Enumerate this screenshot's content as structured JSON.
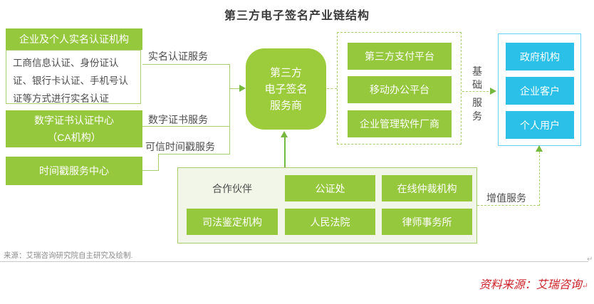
{
  "title": "第三方电子签名产业链结构",
  "colors": {
    "green_fill": "#96c83e",
    "green_line": "#a9ce6c",
    "arrow_green": "#76b93e",
    "panel_bg": "#f1f6e8",
    "blue_fill": "#2ac0e8",
    "blue_border": "#69cdf1",
    "red_text": "#cc2229"
  },
  "upstream": {
    "auth_org_title": "企业及个人实名认证机构",
    "auth_methods": "工商信息认证、身份证认证、银行卡认证、手机号认证等方式进行实名认证",
    "ca_center": {
      "line1": "数字证书认证中心",
      "line2": "（CA机构）"
    },
    "timestamp_center": "时间戳服务中心"
  },
  "services": {
    "real_name": "实名认证服务",
    "digital_cert": "数字证书服务",
    "timestamp": "可信时间戳服务"
  },
  "provider": {
    "lines": [
      "第三方",
      "电子签名",
      "服务商"
    ]
  },
  "platforms": {
    "items": [
      "第三方支付平台",
      "移动办公平台",
      "企业管理软件厂商"
    ]
  },
  "flows": {
    "basic_top": "基础",
    "basic_bottom": "服务",
    "value_added": "增值服务"
  },
  "customers": {
    "items": [
      "政府机构",
      "企业客户",
      "个人用户"
    ]
  },
  "partners": {
    "label": "合作伙伴",
    "row1": [
      "公证处",
      "在线仲裁机构"
    ],
    "row2": [
      "司法鉴定机构",
      "人民法院",
      "律师事务所"
    ]
  },
  "footer": {
    "source_note": "来源：艾瑞咨询研究院自主研究及绘制.",
    "attribution": "资料来源：艾瑞咨询",
    "mark": "↵"
  }
}
